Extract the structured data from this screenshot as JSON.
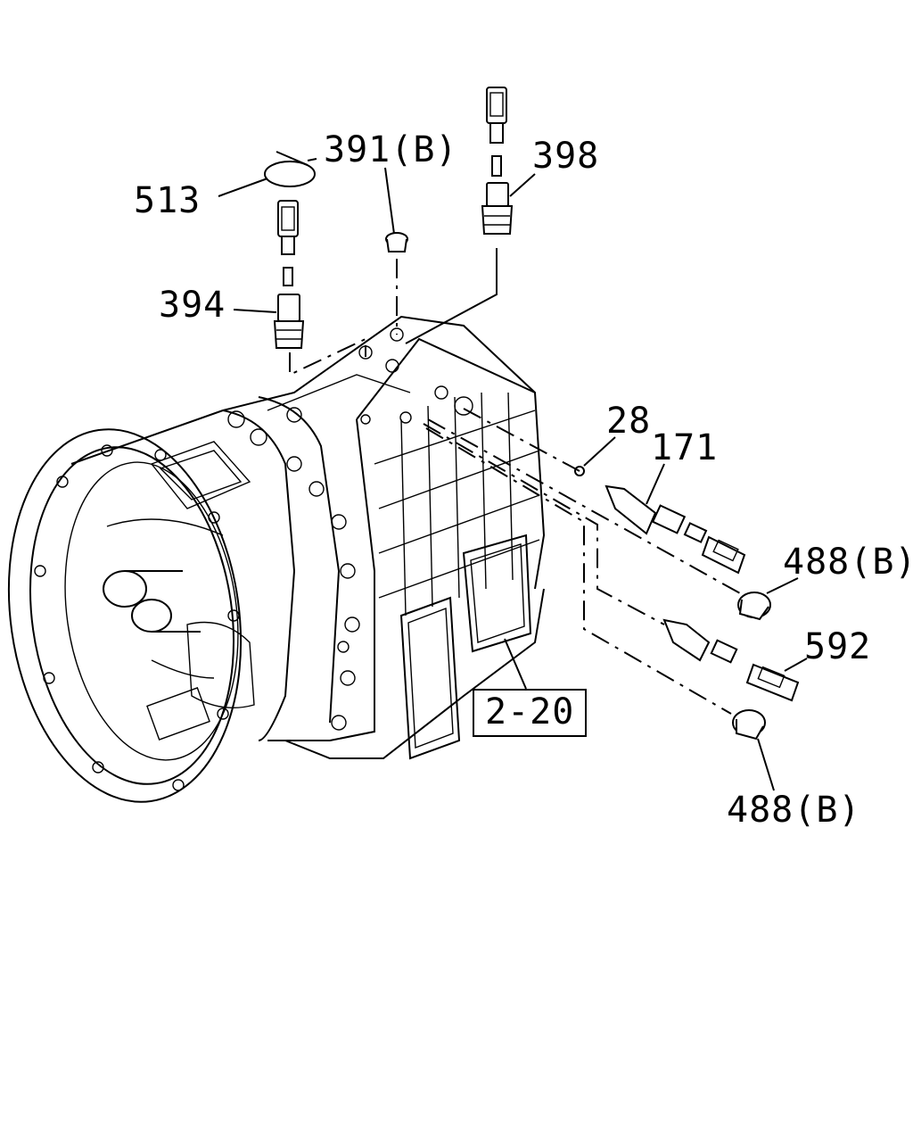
{
  "diagram": {
    "type": "exploded parts diagram",
    "line_color": "#000000",
    "background": "#ffffff"
  },
  "callouts": {
    "c513": "513",
    "c391": "391(B)",
    "c398": "398",
    "c394": "394",
    "c28": "28",
    "c171": "171",
    "c488a": "488(B)",
    "c592": "592",
    "c220": "2-20",
    "c488b": "488(B)"
  }
}
